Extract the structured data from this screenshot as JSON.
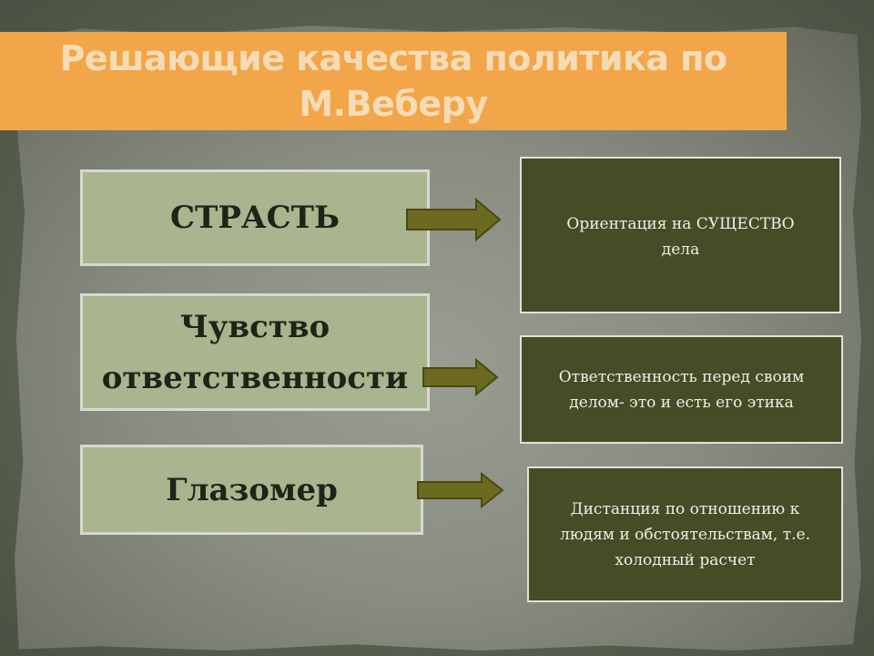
{
  "title": {
    "line1": "Решающие качества политика по",
    "line2": "М.Веберу"
  },
  "qualities": [
    {
      "label_line1": "СТРАСТЬ",
      "label_line2": ""
    },
    {
      "label_line1": "Чувство",
      "label_line2": "ответственности"
    },
    {
      "label_line1": "Глазомер",
      "label_line2": ""
    }
  ],
  "descriptions": [
    {
      "line1": "Ориентация на СУЩЕСТВО",
      "line2": "дела",
      "line3": ""
    },
    {
      "line1": "Ответственность перед своим",
      "line2": "делом- это и есть его этика",
      "line3": ""
    },
    {
      "line1": "Дистанция по отношению к",
      "line2": "людям и обстоятельствам, т.е.",
      "line3": "холодный расчет"
    }
  ],
  "colors": {
    "title_bar": "#f2a649",
    "title_text": "#f6dcb6",
    "quality_box": "#a8b58e",
    "description_box": "#444d26",
    "arrow_fill": "#6b6a1e"
  }
}
